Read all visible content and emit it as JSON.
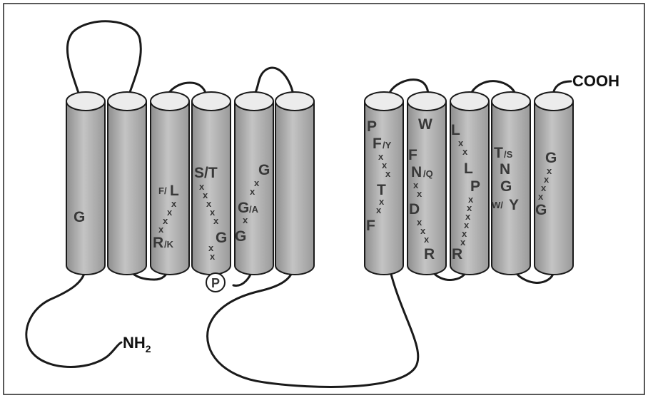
{
  "terminals": {
    "n_term": {
      "main": "NH",
      "sub": "2"
    },
    "c_term": "COOH"
  },
  "phospho_label": "P",
  "helix_labels": {
    "h1": {
      "g": "G"
    },
    "h3": {
      "fl_a": "F/",
      "fl_b": "L",
      "rk_a": "R",
      "rk_b": "/K"
    },
    "h4": {
      "st": "S/T",
      "g": "G"
    },
    "h5": {
      "g1": "G",
      "ga_a": "G",
      "ga_b": "/A",
      "g2": "G"
    },
    "h7": {
      "p": "P",
      "fy_a": "F",
      "fy_b": "/Y",
      "t": "T",
      "f": "F"
    },
    "h8": {
      "w": "W",
      "f": "F",
      "nq_a": "N",
      "nq_b": "/Q",
      "d": "D",
      "r": "R"
    },
    "h9": {
      "l1": "L",
      "l2": "L",
      "p": "P",
      "r": "R"
    },
    "h10": {
      "ts_a": "T",
      "ts_b": "/S",
      "n": "N",
      "g": "G",
      "wy_a": "W/",
      "wy_b": "Y"
    },
    "h11": {
      "g1": "G",
      "g2": "G"
    },
    "x_mark": "x"
  }
}
